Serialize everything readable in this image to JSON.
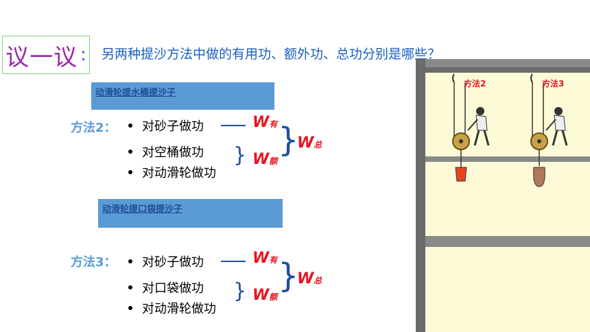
{
  "title": {
    "text": "议一议",
    "colon": ":"
  },
  "question": "另两种提沙方法中做的有用功、额外功、总功分别是哪些？",
  "banner_1": "动滑轮提水桶提沙子",
  "banner_2": "动滑轮提口袋提沙子",
  "method_2": {
    "label": "方法2：",
    "items": [
      "对砂子做功",
      "对空桶做功",
      "对动滑轮做功"
    ],
    "w_useful": {
      "letter": "W",
      "sub": "有"
    },
    "w_extra": {
      "letter": "W",
      "sub": "额"
    },
    "w_total": {
      "letter": "W",
      "sub": "总"
    }
  },
  "method_3": {
    "label": "方法3：",
    "items": [
      "对砂子做功",
      "对口袋做功",
      "对动滑轮做功"
    ],
    "w_useful": {
      "letter": "W",
      "sub": "有"
    },
    "w_extra": {
      "letter": "W",
      "sub": "额"
    },
    "w_total": {
      "letter": "W",
      "sub": "总"
    }
  },
  "diagram": {
    "label_2": "方法2",
    "label_3": "方法3"
  },
  "colors": {
    "title": "#9b2aa8",
    "blue": "#5b9bd5",
    "red": "#e8141e",
    "floor": "#fdfad8"
  }
}
